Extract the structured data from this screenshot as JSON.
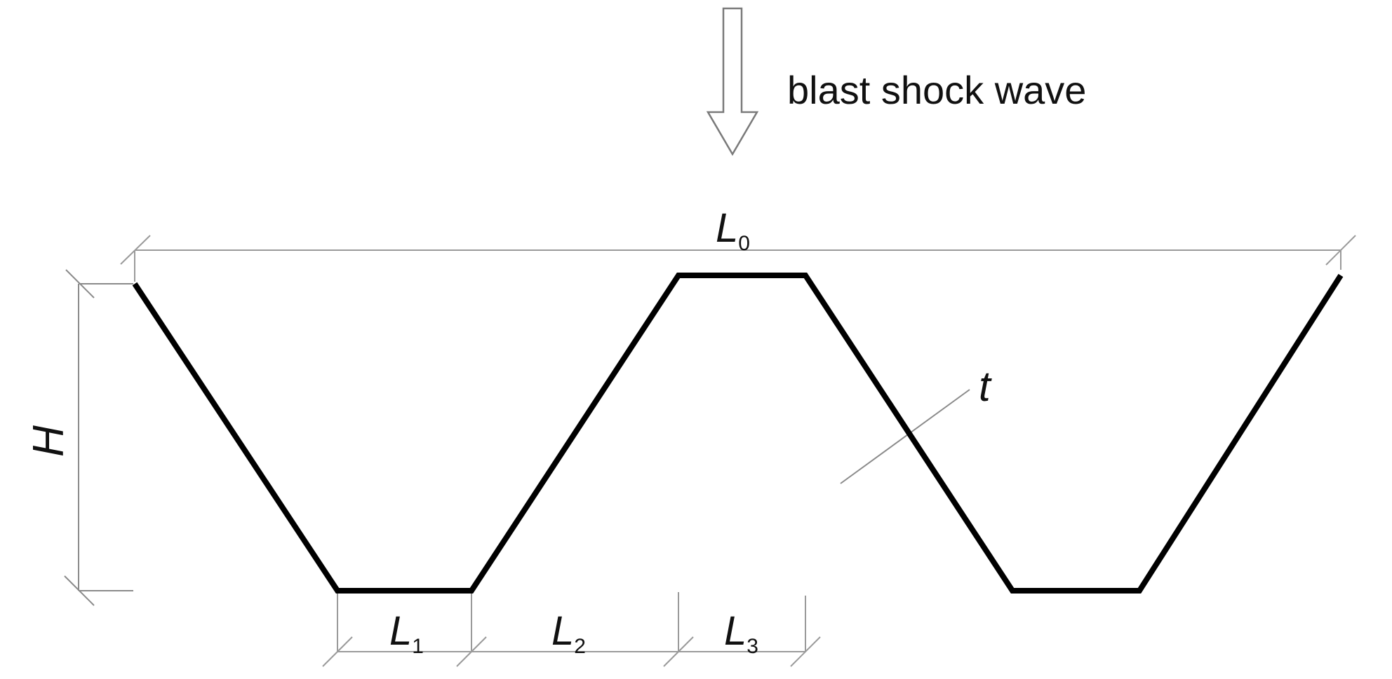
{
  "caption": "blast shock wave",
  "labels": {
    "H": "H",
    "L": "L",
    "sub0": "0",
    "sub1": "1",
    "sub2": "2",
    "sub3": "3",
    "t": "t"
  },
  "colors": {
    "profile": "#000000",
    "dimension": "#8a8a8a",
    "arrow": "#7a7a7a",
    "text": "#111111"
  },
  "icons": {
    "arrow": "down-arrow-icon"
  }
}
